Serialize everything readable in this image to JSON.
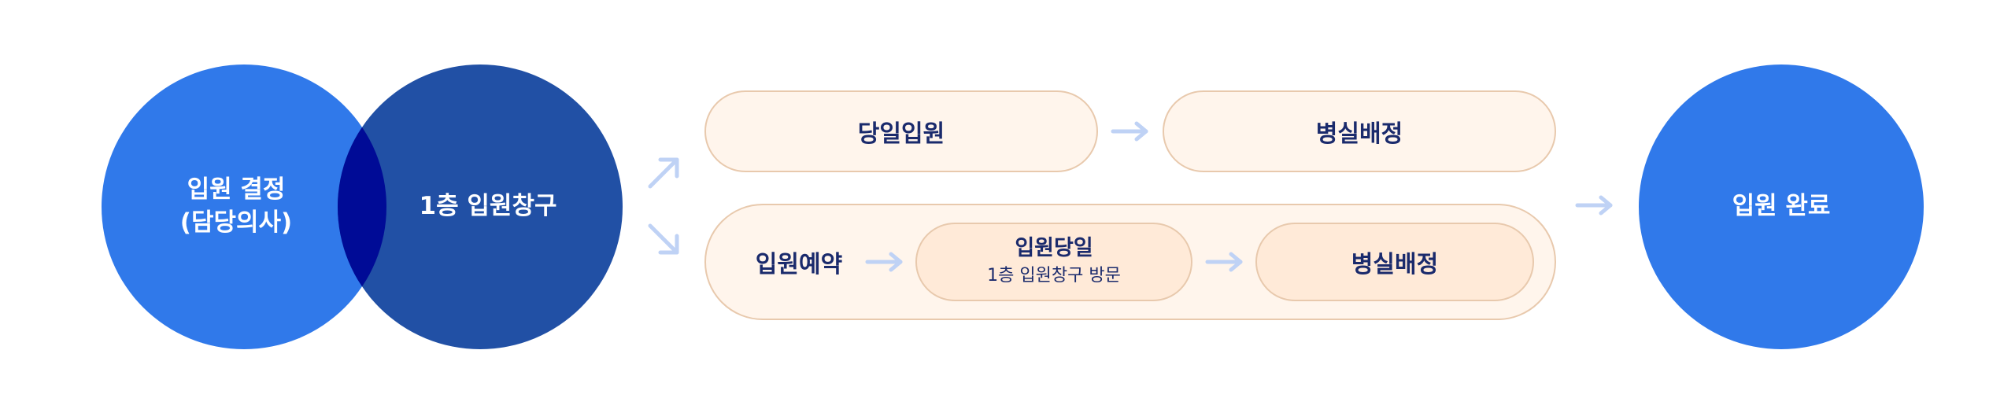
{
  "colors": {
    "circle_light": "#3079ea",
    "circle_dark": "#2150a5",
    "overlap": "#000b96",
    "pill_fill": "#fff5ec",
    "pill_inner_fill": "#ffead8",
    "pill_border": "#e8c9ad",
    "arrow": "#bfd2f5",
    "text_dark": "#1a2a6c"
  },
  "decision": {
    "line1": "입원 결정",
    "line2": "(담당의사)"
  },
  "counter": {
    "label": "1층 입원창구"
  },
  "same_day": {
    "label": "당일입원",
    "next": "병실배정"
  },
  "reserved": {
    "label": "입원예약",
    "day_title": "입원당일",
    "day_sub": "1층 입원창구 방문",
    "next": "병실배정"
  },
  "complete": {
    "label": "입원 완료"
  }
}
